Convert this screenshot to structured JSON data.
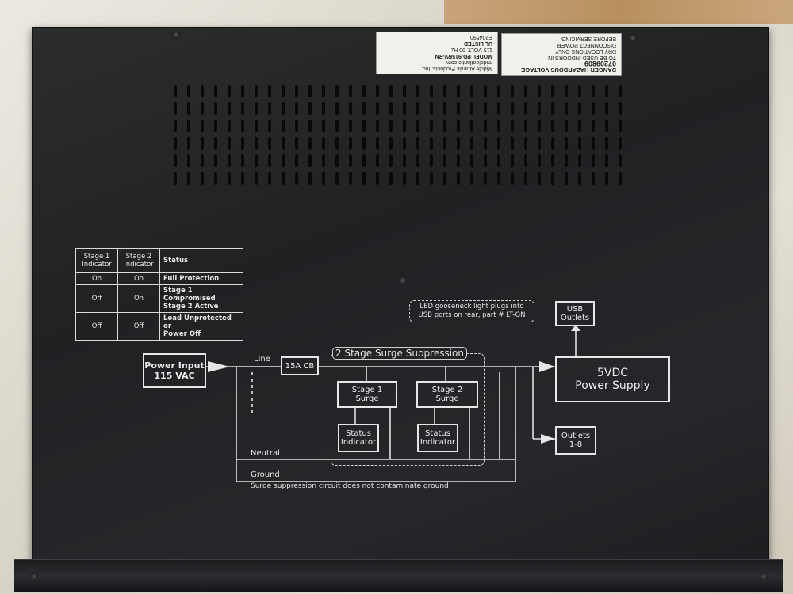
{
  "label_warning": {
    "title": "DANGER HAZARDOUS VOLTAGE",
    "serial": "07209809",
    "lines": [
      "TO BE USED INDOORS IN",
      "DRY LOCATIONS ONLY",
      "DISCONNECT POWER",
      "BEFORE SERVICING"
    ]
  },
  "label_model": {
    "model": "MODEL PD-915RV-RN",
    "company": "Middle Atlantic Products, Inc.",
    "website": "middleatlantic.com",
    "ul_text": "UL LISTED",
    "rating": "115 VOLT, 60 Hz",
    "code": "E204590"
  },
  "status_table": {
    "headers": [
      "Stage 1 Indicator",
      "Stage 2 Indicator",
      "Status"
    ],
    "rows": [
      [
        "On",
        "On",
        "Full Protection"
      ],
      [
        "Off",
        "On",
        "Stage 1 Compromised\nStage 2 Active"
      ],
      [
        "Off",
        "Off",
        "Load Unprotected or\nPower Off"
      ]
    ]
  },
  "diagram": {
    "power_input": "Power Input\n115 VAC",
    "line_label": "Line",
    "breaker": "15A CB",
    "surge_title": "2 Stage Surge Suppression",
    "stage1_surge": "Stage 1\nSurge",
    "stage2_surge": "Stage 2\nSurge",
    "stage1_status": "Status\nIndicator",
    "stage2_status": "Status\nIndicator",
    "power_supply": "5VDC\nPower Supply",
    "usb_outlets": "USB\nOutlets",
    "outlets": "Outlets\n1-8",
    "led_note": "LED gooseneck light plugs into\nUSB ports on rear, part # LT-GN",
    "neutral_label": "Neutral",
    "ground_label": "Ground",
    "ground_note": "Surge suppression circuit does not contaminate ground"
  },
  "colors": {
    "panel": "#222426",
    "silkscreen": "#e8e8e8",
    "label_bg": "#f2f0ea"
  }
}
